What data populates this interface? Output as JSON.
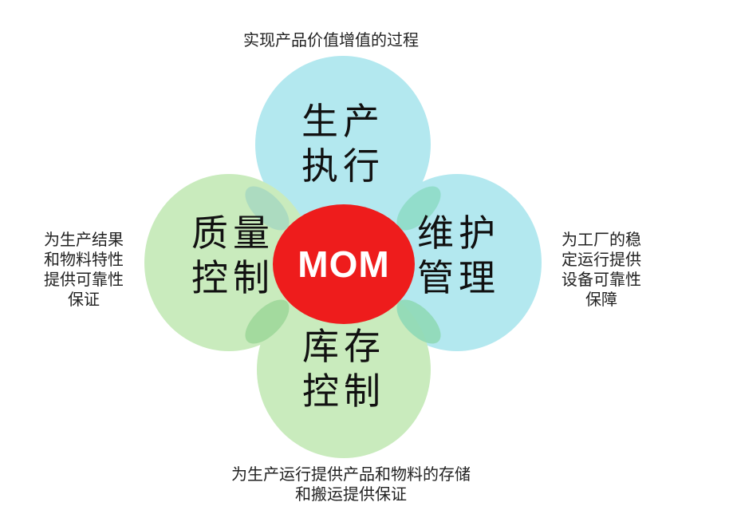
{
  "diagram": {
    "center": {
      "label": "MOM",
      "color": "#ee1c1c"
    },
    "nodes": [
      {
        "id": "top",
        "label": "生产\n执行",
        "color": "#b3e8ef",
        "note": "实现产品价值增值的过程"
      },
      {
        "id": "left",
        "label": "质量\n控制",
        "color": "#c9ebbd",
        "note": "为生产结果\n和物料特性\n提供可靠性\n保证"
      },
      {
        "id": "right",
        "label": "维护\n管理",
        "color": "#b3e8ef",
        "note": "为工厂的稳\n定运行提供\n设备可靠性\n保障"
      },
      {
        "id": "bottom",
        "label": "库存\n控制",
        "color": "#c9ebbd",
        "note": "为生产运行提供产品和物料的存储\n和搬运提供保证"
      }
    ],
    "overlap_color": "#8fd3b0"
  }
}
